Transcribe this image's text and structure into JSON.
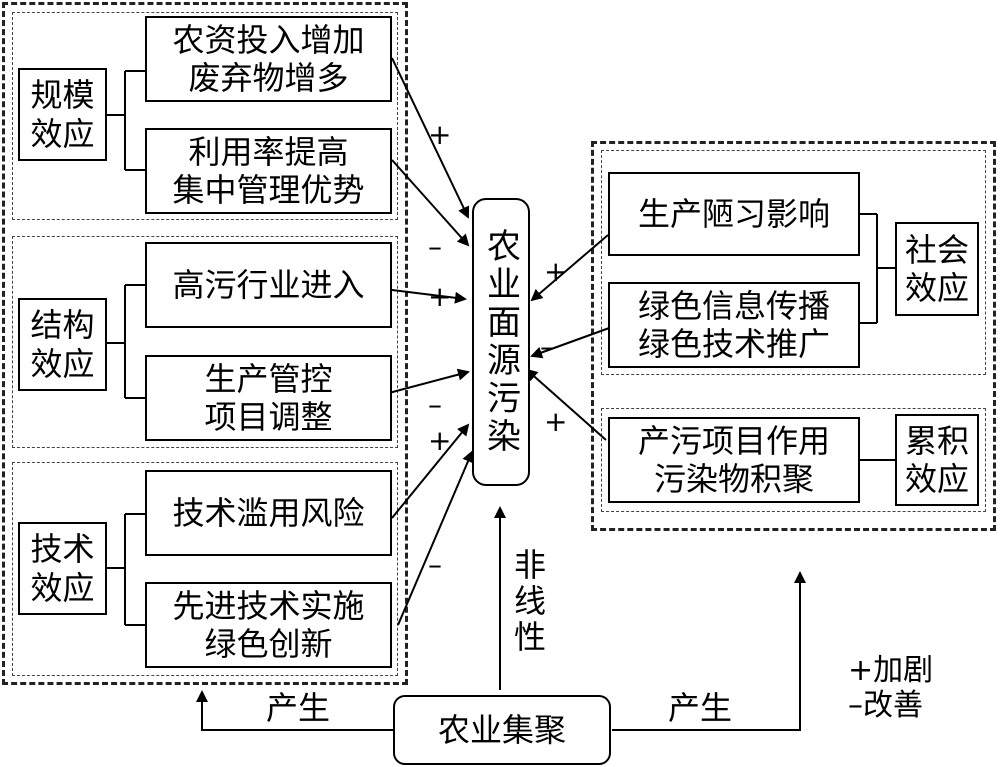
{
  "left_groups": [
    {
      "effect": "规模\n效应",
      "factors": [
        "农资投入增加\n废弃物增多",
        "利用率提高\n集中管理优势"
      ]
    },
    {
      "effect": "结构\n效应",
      "factors": [
        "高污行业进入",
        "生产管控\n项目调整"
      ]
    },
    {
      "effect": "技术\n效应",
      "factors": [
        "技术滥用风险",
        "先进技术实施\n绿色创新"
      ]
    }
  ],
  "right_groups": [
    {
      "effect": "社会\n效应",
      "factors": [
        "生产陋习影响",
        "绿色信息传播\n绿色技术推广"
      ]
    },
    {
      "effect": "累积\n效应",
      "factors": [
        "产污项目作用\n污染物积聚"
      ]
    }
  ],
  "center": {
    "label": "农业面源污染"
  },
  "source": {
    "label": "农业集聚"
  },
  "nonlinear_label": "非线性",
  "produce_left": "产生",
  "produce_right": "产生",
  "signs": {
    "plus": "+",
    "minus": "–"
  },
  "legend": "+加剧\n–改善"
}
